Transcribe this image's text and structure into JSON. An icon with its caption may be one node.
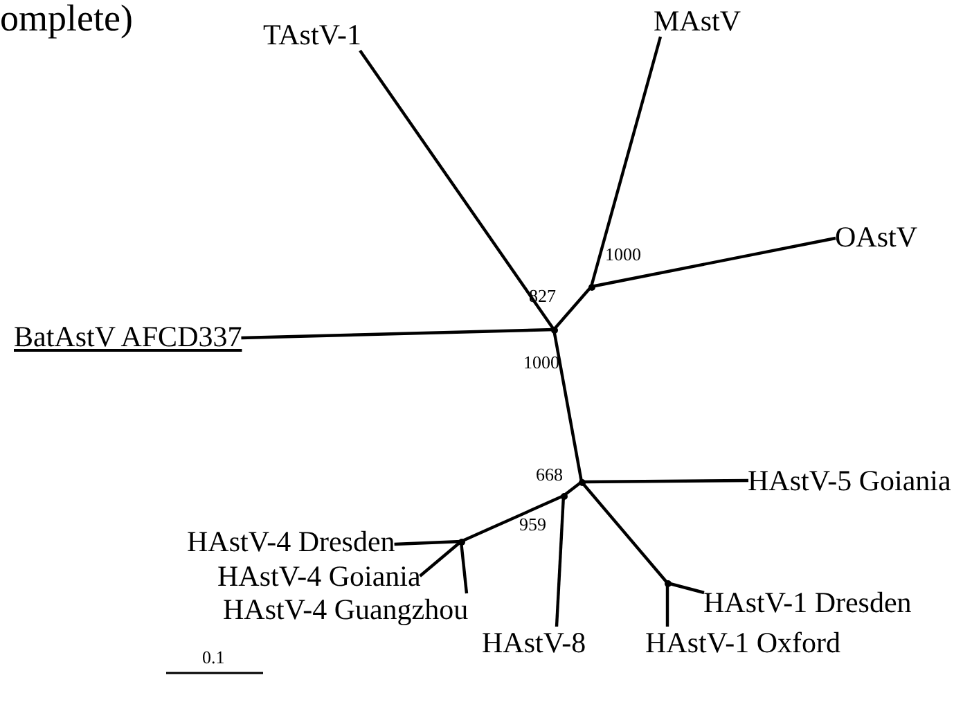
{
  "diagram": {
    "title": "omplete)",
    "nodes": [
      {
        "text": [
          "TAstV-1"
        ]
      },
      {
        "text": [
          "MAstV"
        ]
      },
      {
        "text": [
          "OAstV"
        ]
      },
      {
        "text": [
          "BatAstV AFCD337"
        ]
      },
      {
        "text": [
          "HAstV-5 Goiania"
        ]
      },
      {
        "text": [
          "HAstV-4 Dresden"
        ]
      },
      {
        "text": [
          "HAstV-4 Goiania"
        ]
      },
      {
        "text": [
          "HAstV-4 Guangzhou"
        ]
      },
      {
        "text": [
          "HAstV-8"
        ]
      },
      {
        "text": [
          "HAstV-1 Dresden"
        ]
      },
      {
        "text": [
          "HAstV-1 Oxford"
        ]
      },
      {
        "text": [],
        "shape": "point"
      },
      {
        "text": [],
        "shape": "point"
      },
      {
        "text": [],
        "shape": "point"
      },
      {
        "text": [],
        "shape": "point"
      },
      {
        "text": [],
        "shape": "point"
      },
      {
        "text": [],
        "shape": "point"
      }
    ],
    "edges": [
      {
        "from": 11,
        "to": 3,
        "arrow": "none"
      },
      {
        "from": 11,
        "to": 0,
        "arrow": "none"
      },
      {
        "from": 11,
        "to": 12,
        "arrow": "none"
      },
      {
        "from": 12,
        "to": 1,
        "arrow": "none"
      },
      {
        "from": 12,
        "to": 2,
        "arrow": "none"
      },
      {
        "from": 11,
        "to": 13,
        "arrow": "none"
      },
      {
        "from": 13,
        "to": 4,
        "arrow": "none"
      },
      {
        "from": 13,
        "to": 14,
        "arrow": "none"
      },
      {
        "from": 14,
        "to": 8,
        "arrow": "none"
      },
      {
        "from": 14,
        "to": 15,
        "arrow": "none"
      },
      {
        "from": 15,
        "to": 5,
        "arrow": "none"
      },
      {
        "from": 15,
        "to": 6,
        "arrow": "none"
      },
      {
        "from": 15,
        "to": 7,
        "arrow": "none"
      },
      {
        "from": 13,
        "to": 16,
        "arrow": "none"
      },
      {
        "from": 16,
        "to": 9,
        "arrow": "none"
      },
      {
        "from": 16,
        "to": 10,
        "arrow": "none"
      }
    ],
    "labels": [
      "827",
      "1000",
      "1000",
      "668",
      "959",
      "0.1"
    ]
  }
}
